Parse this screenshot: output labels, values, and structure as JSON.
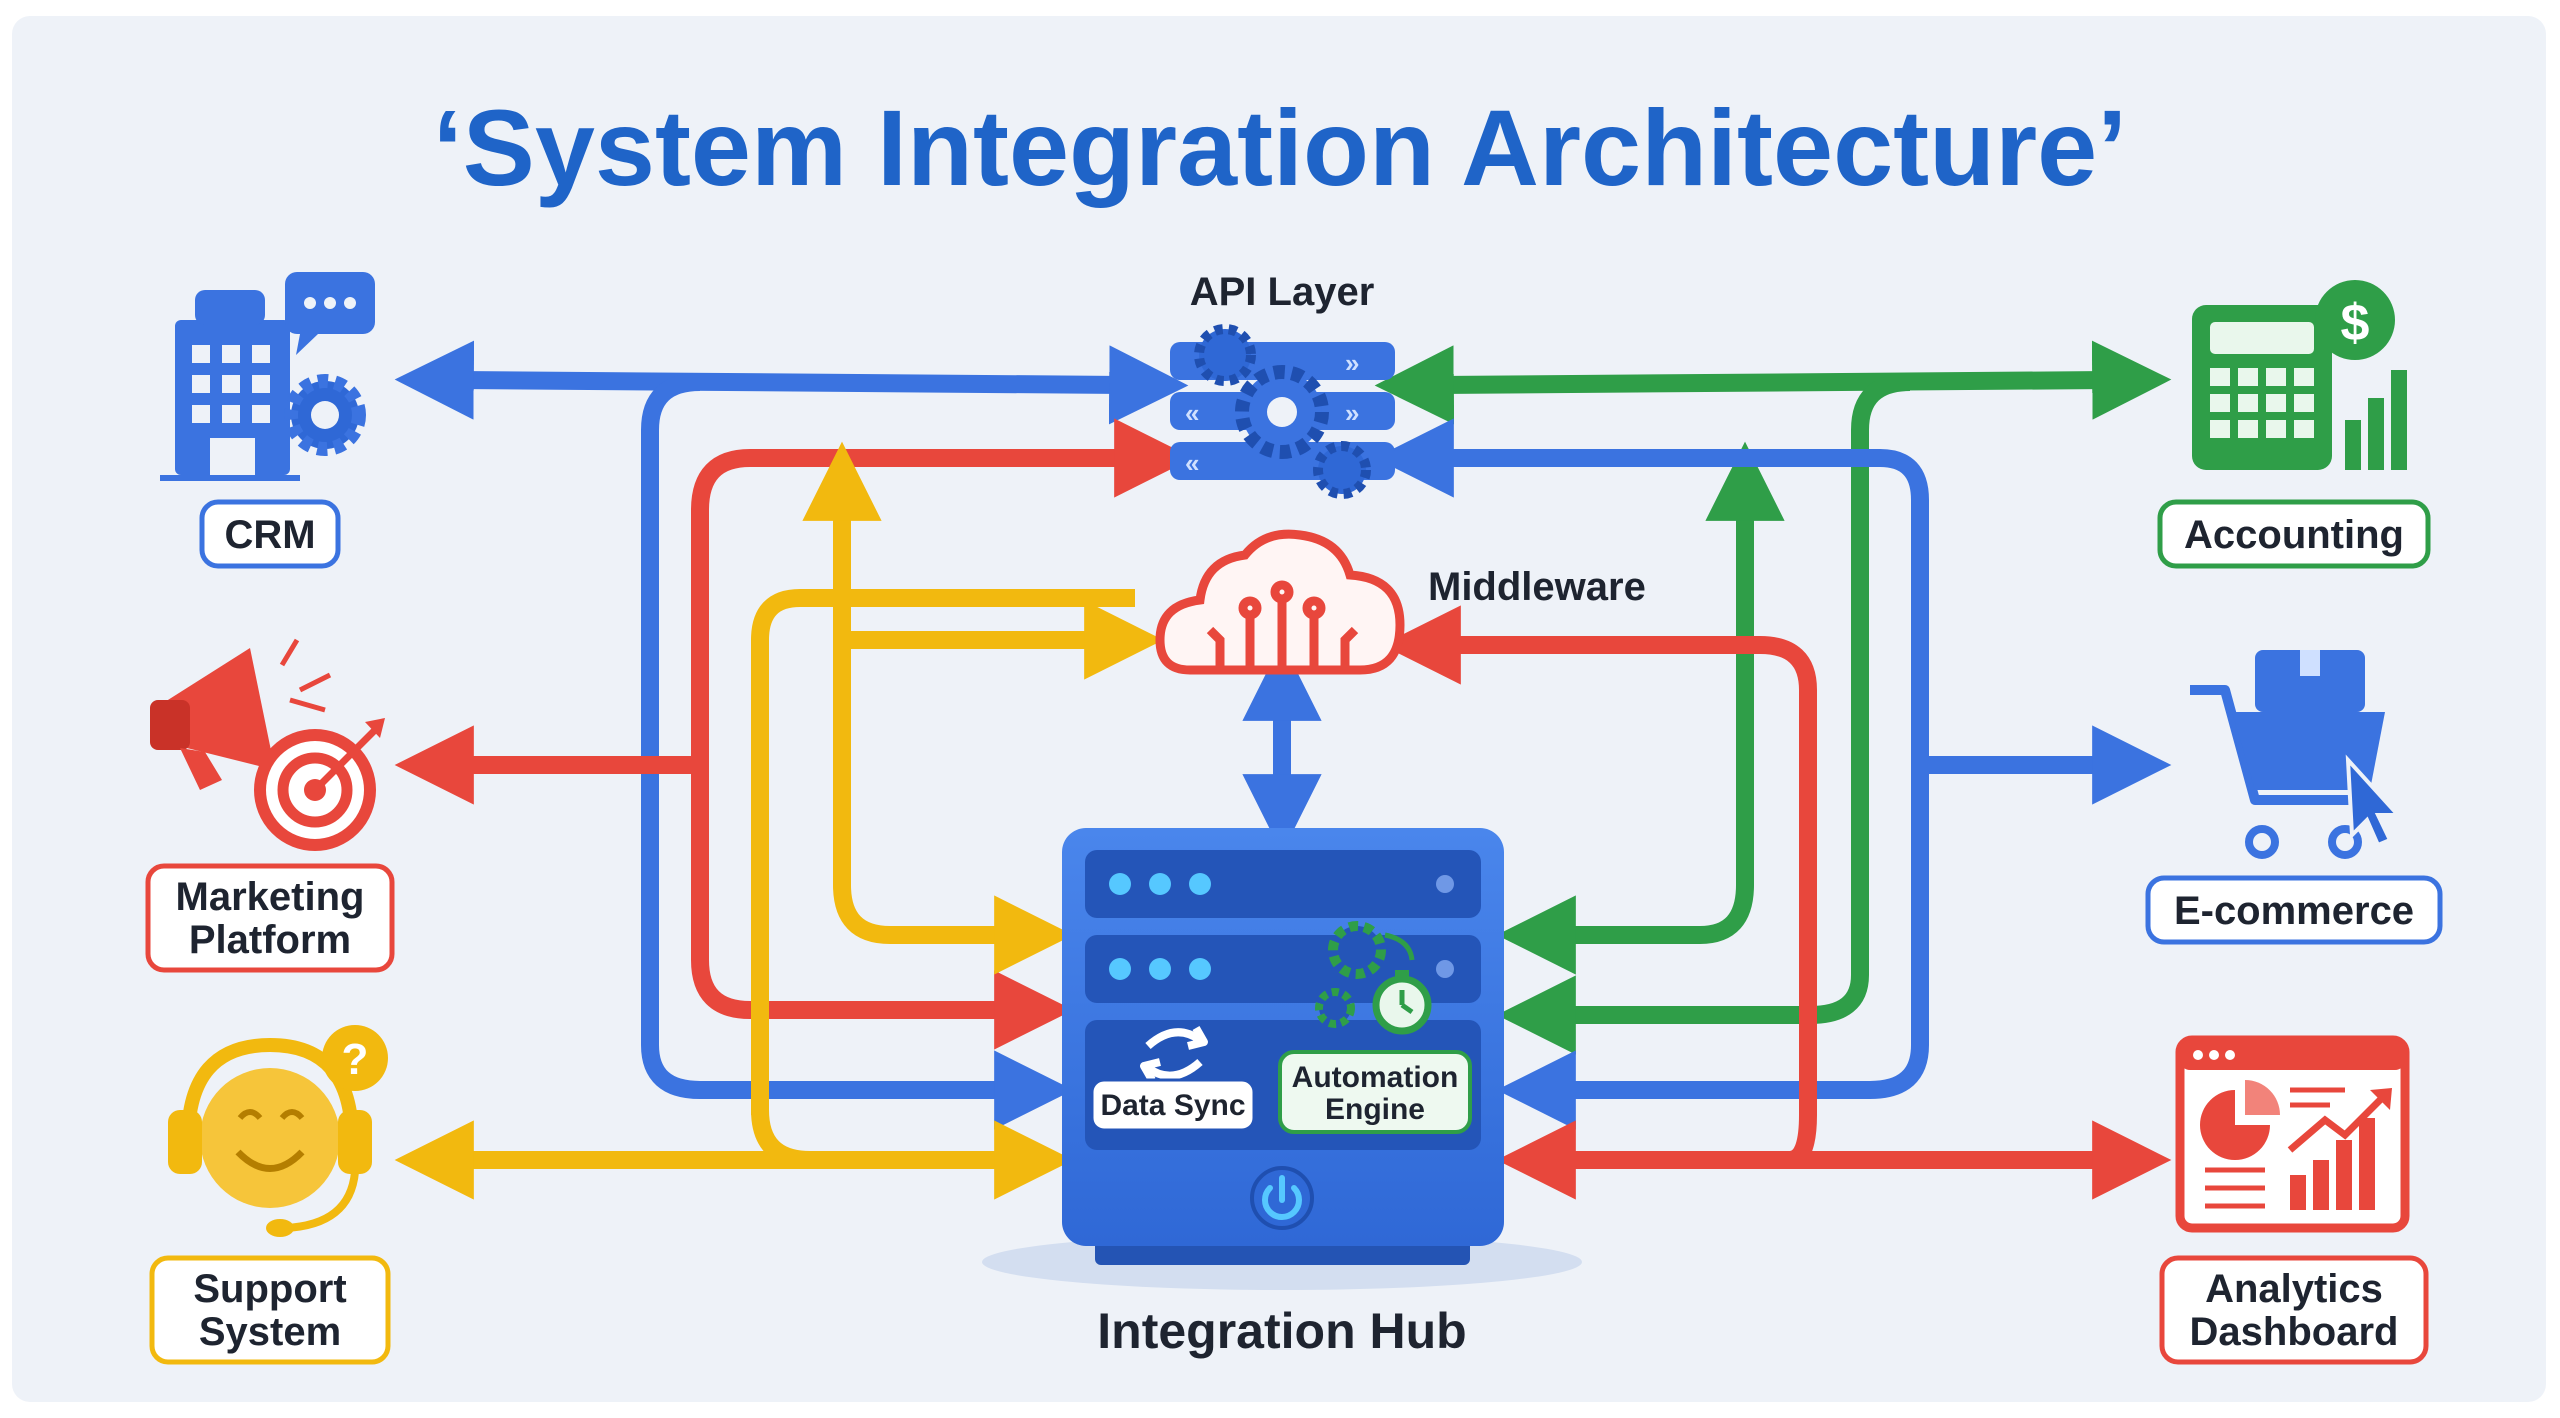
{
  "title": "‘System Integration Architecture’",
  "colors": {
    "blue": "#3b73e0",
    "red": "#e8473c",
    "yellow": "#f2b90f",
    "green": "#2f9e48",
    "title_blue": "#1f64c8",
    "text_dark": "#1e2430",
    "background": "#eef2f8"
  },
  "center": {
    "api_layer": {
      "label": "API Layer",
      "icon": "api-gears-icon"
    },
    "middleware": {
      "label": "Middleware",
      "icon": "cloud-circuit-icon"
    },
    "hub": {
      "label": "Integration Hub",
      "icon": "server-rack-icon",
      "modules": [
        {
          "label": "Data Sync",
          "icon": "sync-arrows-icon"
        },
        {
          "label_line1": "Automation",
          "label_line2": "Engine",
          "icon": "gears-stopwatch-icon"
        }
      ],
      "power_icon": "power-icon"
    }
  },
  "systems": {
    "crm": {
      "label": "CRM",
      "icon": "building-chat-gear-icon",
      "color": "blue"
    },
    "marketing": {
      "label_line1": "Marketing",
      "label_line2": "Platform",
      "icon": "megaphone-target-icon",
      "color": "red"
    },
    "support": {
      "label_line1": "Support",
      "label_line2": "System",
      "icon": "headset-smiley-icon",
      "color": "yellow"
    },
    "accounting": {
      "label": "Accounting",
      "icon": "calculator-dollar-icon",
      "color": "green"
    },
    "ecommerce": {
      "label": "E-commerce",
      "icon": "shopping-cart-icon",
      "color": "blue"
    },
    "analytics": {
      "label_line1": "Analytics",
      "label_line2": "Dashboard",
      "icon": "dashboard-chart-icon",
      "color": "red"
    }
  }
}
